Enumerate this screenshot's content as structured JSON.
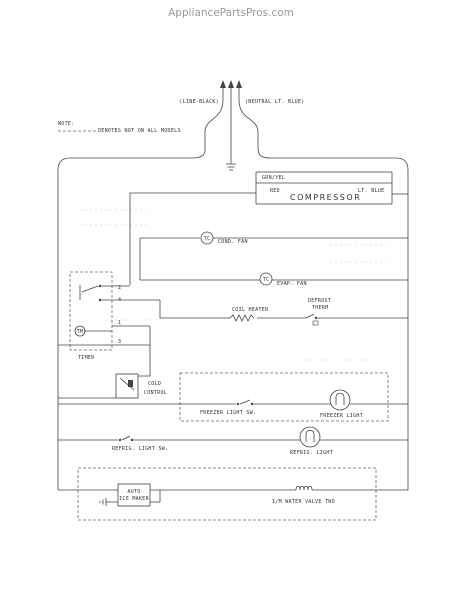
{
  "watermark": "AppliancePartsPros.com",
  "supply": {
    "line": "(LINE-BLACK)",
    "neutral": "(NEUTRAL LT. BLUE)"
  },
  "note": {
    "title": "NOTE:",
    "text": "DENOTES NOT ON ALL MODELS"
  },
  "compressor": {
    "ground_wire": "GRN/YEL",
    "red_wire": "RED",
    "blue_wire": "LT. BLUE",
    "name": "COMPRESSOR"
  },
  "components": {
    "cond_fan_symbol": "TC",
    "cond_fan": "COND. FAN",
    "evap_fan_symbol": "TC",
    "evap_fan": "EVAP. FAN",
    "coil_heater": "COIL HEATER",
    "defrost_thermo_1": "DEFROST",
    "defrost_thermo_2": "THERM",
    "timer_motor": "TM",
    "timer": "TIMER",
    "timer_terminals": [
      "2",
      "4",
      "1",
      "3"
    ],
    "cold_control_1": "COLD",
    "cold_control_2": "CONTROL",
    "freezer_light_sw": "FREEZER LIGHT SW.",
    "freezer_light": "FREEZER LIGHT",
    "refrig_light_sw": "REFRIG. LIGHT SW.",
    "refrig_light": "REFRIG. LIGHT",
    "ice_maker_1": "AUTO",
    "ice_maker_2": "ICE MAKER",
    "water_valve": "I/M WATER VALVE TWO"
  }
}
